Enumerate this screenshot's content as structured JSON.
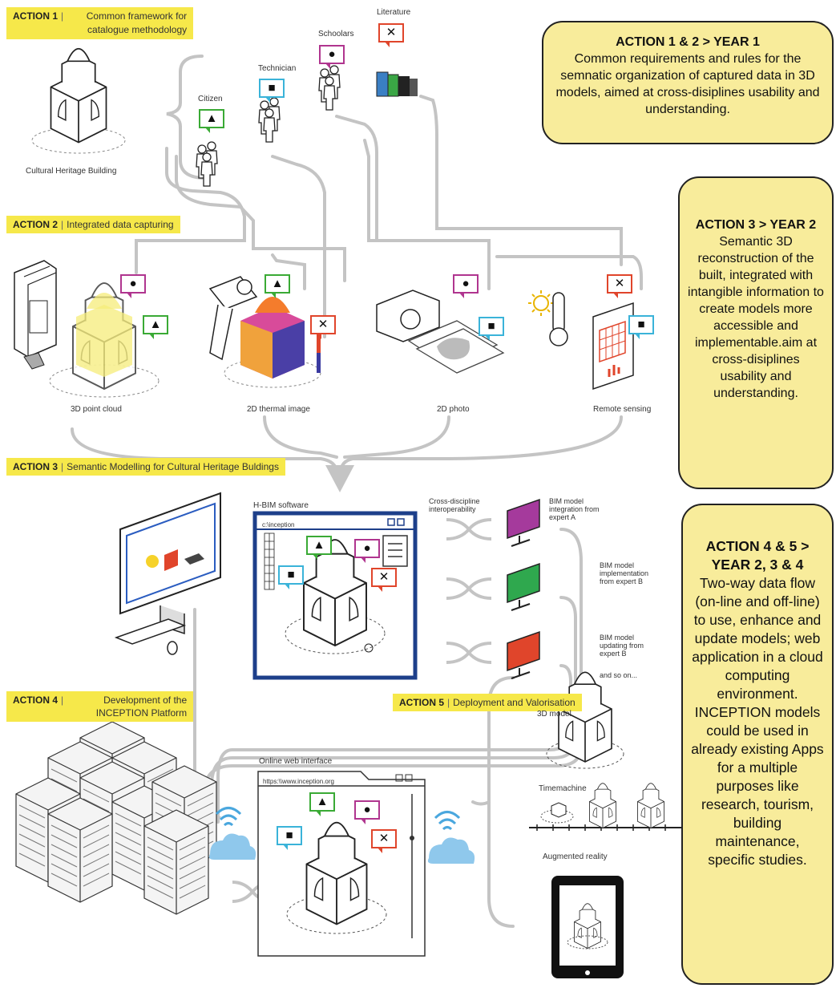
{
  "tags": {
    "a1": {
      "num": "ACTION 1",
      "text": "Common framework for catalogue methodology"
    },
    "a2": {
      "num": "ACTION 2",
      "text": "Integrated data capturing"
    },
    "a3": {
      "num": "ACTION 3",
      "text": "Semantic Modelling for Cultural Heritage Buldings"
    },
    "a4": {
      "num": "ACTION 4",
      "text": "Development of the INCEPTION Platform"
    },
    "a5": {
      "num": "ACTION 5",
      "text": "Deployment and Valorisation"
    }
  },
  "stakeholders": {
    "building": "Cultural Heritage Building",
    "citizen": "Citizen",
    "technician": "Technician",
    "schoolars": "Schoolars",
    "literature": "Literature"
  },
  "capture": {
    "pointcloud": "3D point cloud",
    "thermal": "2D thermal image",
    "photo": "2D photo",
    "remote": "Remote sensing"
  },
  "hbim": {
    "title": "H-BIM software",
    "path": "c:\\inception",
    "cross": "Cross-discipline interoperability",
    "expert_a": "BIM model integration from expert A",
    "expert_b_impl": "BIM model implementation from expert B",
    "expert_b_upd": "BIM model updating from expert B",
    "and_so_on": "and so on..."
  },
  "web": {
    "title": "Online web interface",
    "url": "https:\\\\www.inception.org"
  },
  "deploy": {
    "model3d": "3D model",
    "timemachine": "Timemachine",
    "ar": "Augmented reality"
  },
  "callouts": {
    "c1": {
      "title": "ACTION 1 & 2 > YEAR 1",
      "body": "Common requirements and rules for the semnatic organization of captured data in 3D models, aimed at cross-disiplines usability and understanding."
    },
    "c2": {
      "title": "ACTION 3 > YEAR 2",
      "body": "Semantic 3D reconstruction of the built, integrated with intangible information to create models more accessible and implementable.aim at cross-disiplines usability and understanding."
    },
    "c3": {
      "title": "ACTION 4 & 5 > YEAR 2, 3 & 4",
      "body": "Two-way data flow (on-line and off-line) to use, enhance and update models; web application in a cloud computing environment. INCEPTION models could be used in already existing Apps for a multiple purposes like research, tourism, building maintenance, specific studies."
    }
  },
  "symbols": {
    "triangle": "▲",
    "circle": "●",
    "square": "■",
    "cross": "✕"
  },
  "colors": {
    "tag_yellow": "#f6e84a",
    "callout_fill": "#f8ec9b",
    "green": "#3aaa35",
    "cyan": "#3ab3d9",
    "magenta": "#b0358f",
    "red": "#e0452b",
    "flow_grey": "#c4c4c4",
    "window_blue": "#1d3f8a"
  }
}
